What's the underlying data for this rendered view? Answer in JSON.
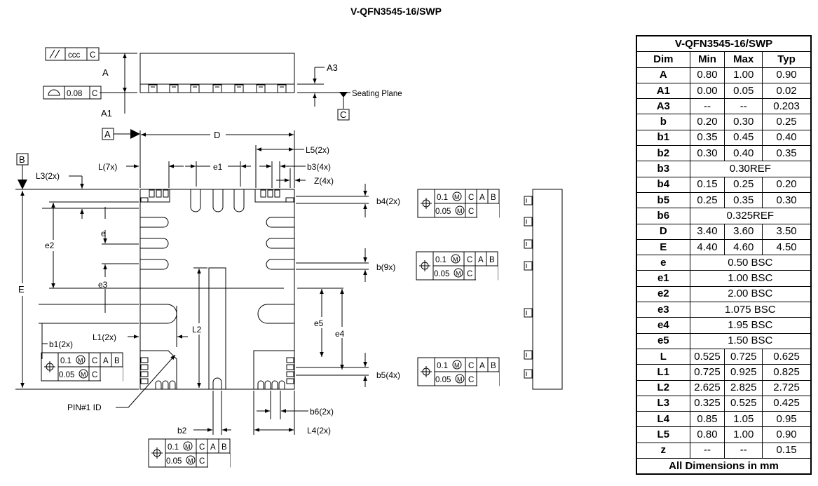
{
  "title": "V-QFN3545-16/SWP",
  "drawing": {
    "labels": {
      "A": "A",
      "A1": "A1",
      "A3": "A3",
      "seating_plane": "Seating Plane",
      "datum_a": "A",
      "datum_b": "B",
      "datum_c": "C",
      "D": "D",
      "E": "E",
      "L5": "L5(2x)",
      "L7": "L(7x)",
      "e1": "e1",
      "b3": "b3(4x)",
      "Z": "Z(4x)",
      "L3": "L3(2x)",
      "b4": "b4(2x)",
      "e": "e",
      "e2": "e2",
      "b9": "b(9x)",
      "e3": "e3",
      "e5": "e5",
      "e4": "e4",
      "L2": "L2",
      "L1": "L1(2x)",
      "b1": "b1(2x)",
      "b5": "b5(4x)",
      "pin1": "PIN#1 ID",
      "b6": "b6(2x)",
      "b2": "b2",
      "L4": "L4(2x)"
    },
    "fcf_parallel": {
      "tolerance": "ccc",
      "datum": "C"
    },
    "fcf_profile": {
      "tolerance": "0.08",
      "datum": "C"
    },
    "fcf_position": {
      "row1": {
        "tolerance": "0.1",
        "datums": [
          "C",
          "A",
          "B"
        ]
      },
      "row2": {
        "tolerance": "0.05",
        "datums": [
          "C"
        ]
      }
    }
  },
  "table": {
    "title": "V-QFN3545-16/SWP",
    "headers": [
      "Dim",
      "Min",
      "Max",
      "Typ"
    ],
    "rows": [
      {
        "dim": "A",
        "min": "0.80",
        "max": "1.00",
        "typ": "0.90"
      },
      {
        "dim": "A1",
        "min": "0.00",
        "max": "0.05",
        "typ": "0.02"
      },
      {
        "dim": "A3",
        "min": "--",
        "max": "--",
        "typ": "0.203"
      },
      {
        "dim": "b",
        "min": "0.20",
        "max": "0.30",
        "typ": "0.25"
      },
      {
        "dim": "b1",
        "min": "0.35",
        "max": "0.45",
        "typ": "0.40"
      },
      {
        "dim": "b2",
        "min": "0.30",
        "max": "0.40",
        "typ": "0.35"
      },
      {
        "dim": "b3",
        "span": "0.30REF"
      },
      {
        "dim": "b4",
        "min": "0.15",
        "max": "0.25",
        "typ": "0.20"
      },
      {
        "dim": "b5",
        "min": "0.25",
        "max": "0.35",
        "typ": "0.30"
      },
      {
        "dim": "b6",
        "span": "0.325REF"
      },
      {
        "dim": "D",
        "min": "3.40",
        "max": "3.60",
        "typ": "3.50"
      },
      {
        "dim": "E",
        "min": "4.40",
        "max": "4.60",
        "typ": "4.50"
      },
      {
        "dim": "e",
        "span": "0.50 BSC"
      },
      {
        "dim": "e1",
        "span": "1.00 BSC"
      },
      {
        "dim": "e2",
        "span": "2.00 BSC"
      },
      {
        "dim": "e3",
        "span": "1.075 BSC"
      },
      {
        "dim": "e4",
        "span": "1.95 BSC"
      },
      {
        "dim": "e5",
        "span": "1.50 BSC"
      },
      {
        "dim": "L",
        "min": "0.525",
        "max": "0.725",
        "typ": "0.625"
      },
      {
        "dim": "L1",
        "min": "0.725",
        "max": "0.925",
        "typ": "0.825"
      },
      {
        "dim": "L2",
        "min": "2.625",
        "max": "2.825",
        "typ": "2.725"
      },
      {
        "dim": "L3",
        "min": "0.325",
        "max": "0.525",
        "typ": "0.425"
      },
      {
        "dim": "L4",
        "min": "0.85",
        "max": "1.05",
        "typ": "0.95"
      },
      {
        "dim": "L5",
        "min": "0.80",
        "max": "1.00",
        "typ": "0.90"
      },
      {
        "dim": "z",
        "min": "--",
        "max": "--",
        "typ": "0.15"
      }
    ],
    "footer": "All Dimensions in mm"
  }
}
